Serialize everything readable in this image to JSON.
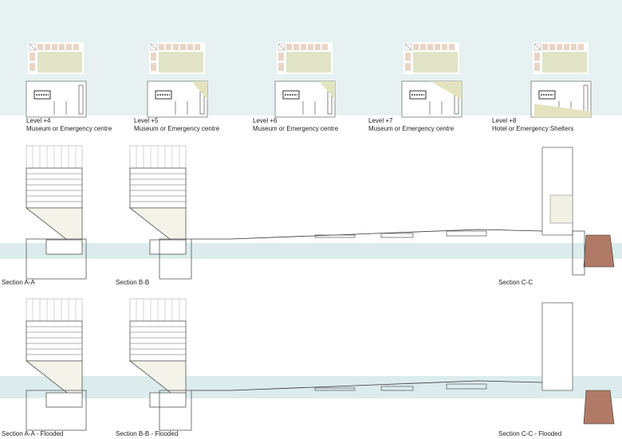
{
  "plans": [
    {
      "level": "Level +4",
      "use": "Museum or Emergency centre"
    },
    {
      "level": "Level +5",
      "use": "Museum or Emergency centre"
    },
    {
      "level": "Level +6",
      "use": "Museum or Emergency centre"
    },
    {
      "level": "Level +7",
      "use": "Museum or Emergency centre"
    },
    {
      "level": "Level +8",
      "use": "Hotel or Emergency Shelters"
    }
  ],
  "sections": {
    "aa": "Section A-A",
    "bb": "Section B-B",
    "cc": "Section C-C",
    "aa_flooded": "Section A-A - Flooded",
    "bb_flooded": "Section B-B - Flooded",
    "cc_flooded": "Section C-C - Flooded"
  },
  "colors": {
    "water": "#dcecec",
    "background_band": "#e7f1f1",
    "roof_green": "#dfe3c4",
    "tile": "#e9d5c4"
  }
}
